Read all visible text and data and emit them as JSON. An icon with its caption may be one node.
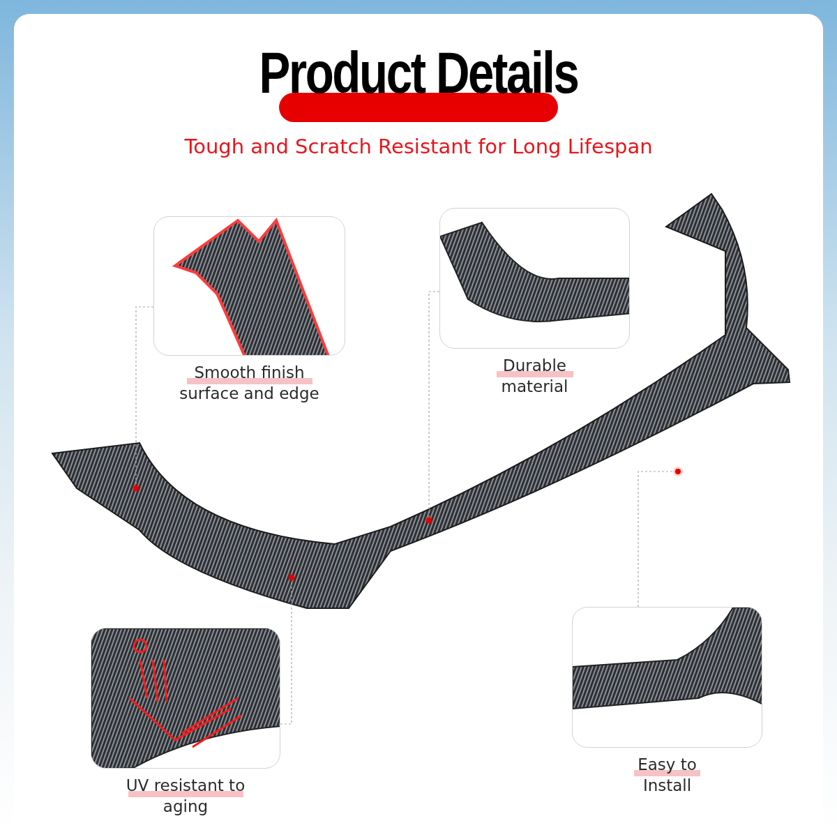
{
  "diagram": {
    "title": "Product Details",
    "nodes": [
      {
        "text": [],
        "shape": "picture"
      },
      {
        "text": [],
        "shape": "picture",
        "beside": [
          "Smooth finish surface and edge"
        ]
      },
      {
        "text": [],
        "shape": "picture",
        "beside": [
          "Durable material"
        ]
      },
      {
        "text": [],
        "shape": "picture",
        "beside": [
          "UV resistant to aging"
        ]
      },
      {
        "text": [],
        "shape": "picture",
        "beside": [
          "Easy to Install"
        ]
      },
      {
        "text": [],
        "shape": "circle",
        "in": 0
      },
      {
        "text": [],
        "shape": "circle",
        "in": 0
      },
      {
        "text": [],
        "shape": "circle",
        "in": 0
      },
      {
        "text": [],
        "shape": "circle",
        "in": 0
      }
    ],
    "edges": [
      {
        "from": 1,
        "to": 5,
        "arrow": "none",
        "style": "dashed"
      },
      {
        "from": 2,
        "to": 6,
        "arrow": "none",
        "style": "dashed"
      },
      {
        "from": 3,
        "to": 7,
        "arrow": "none",
        "style": "dashed"
      },
      {
        "from": 4,
        "to": 8,
        "arrow": "none",
        "style": "dashed"
      }
    ],
    "labels": [
      "Tough and Scratch Resistant for Long Lifespan"
    ]
  }
}
